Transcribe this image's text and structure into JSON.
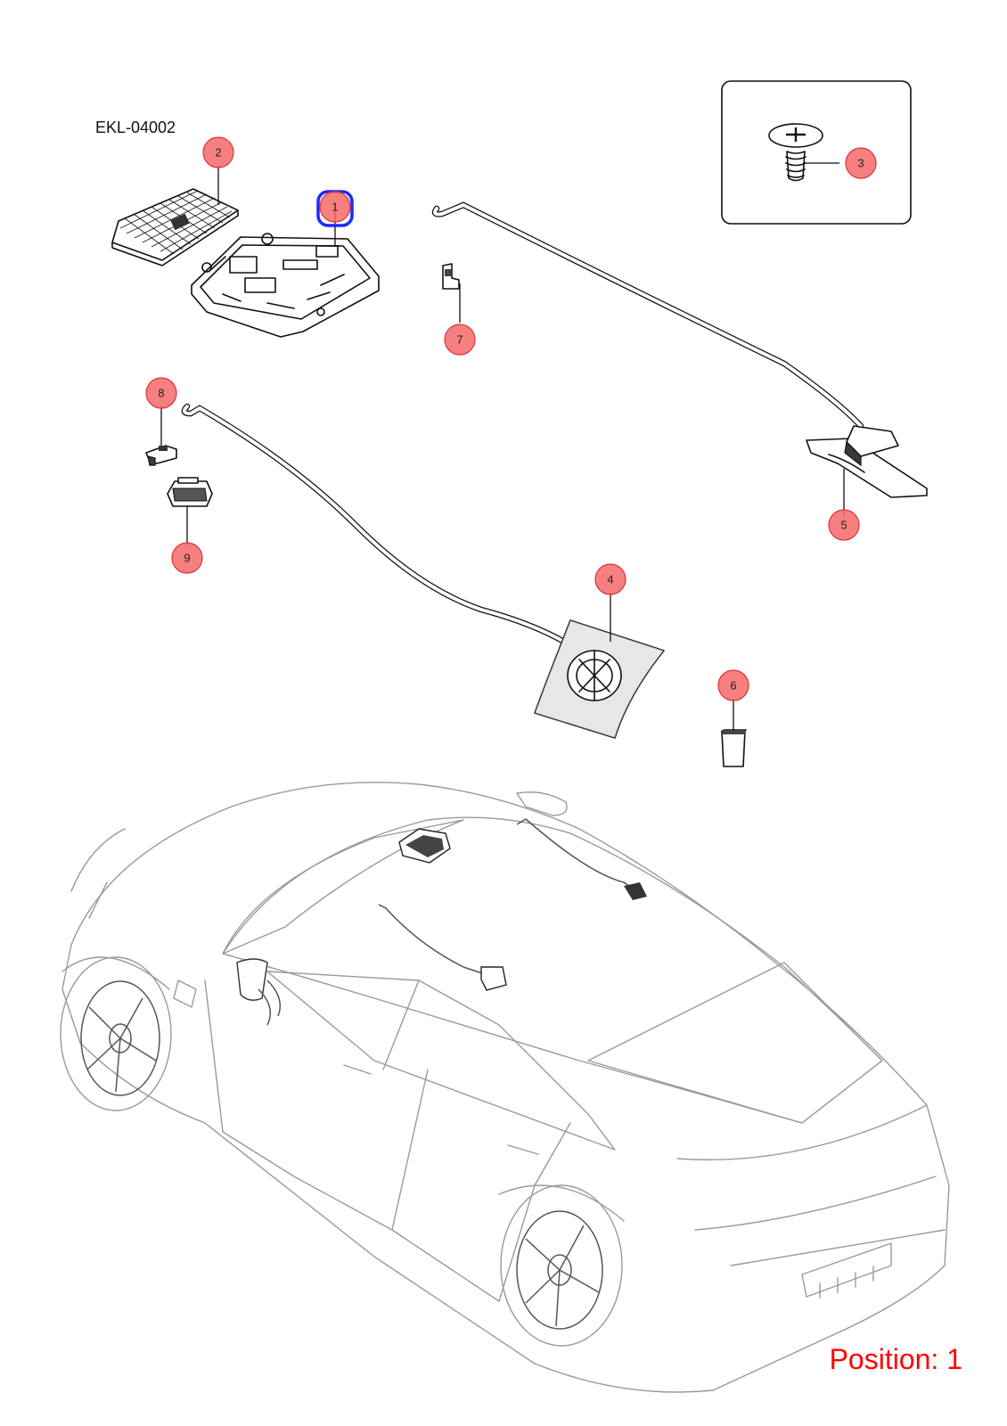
{
  "drawing_id": "EKL-04002",
  "position_label": "Position: 1",
  "selected_part": "1",
  "callouts": [
    {
      "id": "1",
      "label": "1"
    },
    {
      "id": "2",
      "label": "2"
    },
    {
      "id": "3",
      "label": "3"
    },
    {
      "id": "4",
      "label": "4"
    },
    {
      "id": "5",
      "label": "5"
    },
    {
      "id": "6",
      "label": "6"
    },
    {
      "id": "7",
      "label": "7"
    },
    {
      "id": "8",
      "label": "8"
    },
    {
      "id": "9",
      "label": "9"
    }
  ],
  "colors": {
    "callout_fill": "#f46a6a",
    "selected_outline": "#1a2bff",
    "position_text": "#ff0000",
    "car_outline": "#9a9a9a"
  }
}
